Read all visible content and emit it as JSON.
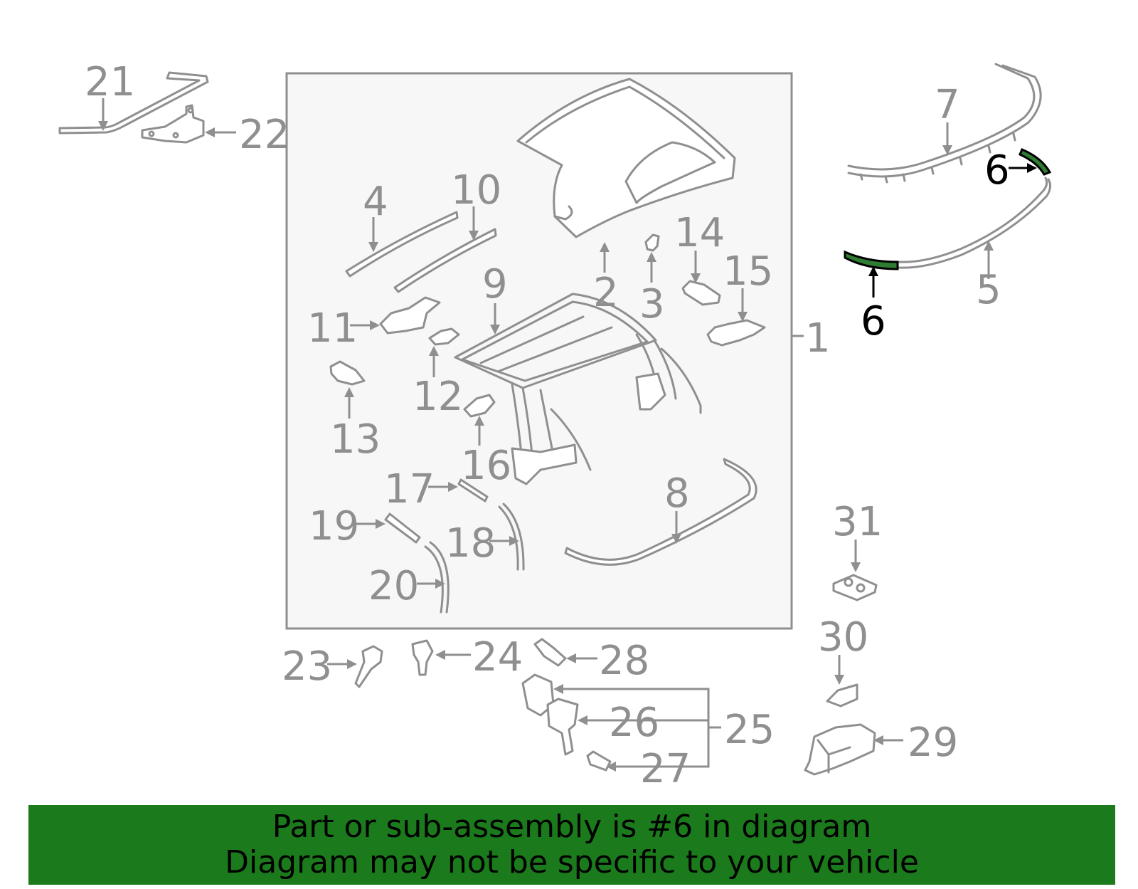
{
  "diagram": {
    "highlighted_part": "6",
    "labels": {
      "l1": "1",
      "l2": "2",
      "l3": "3",
      "l4": "4",
      "l5": "5",
      "l6a": "6",
      "l6b": "6",
      "l7": "7",
      "l8": "8",
      "l9": "9",
      "l10": "10",
      "l11": "11",
      "l12a": "12",
      "l13": "13",
      "l14": "14",
      "l15": "15",
      "l16": "16",
      "l17": "17",
      "l18": "18",
      "l19": "19",
      "l20": "20",
      "l21": "21",
      "l22": "22",
      "l23": "23",
      "l24": "24",
      "l25": "25",
      "l26": "26",
      "l27": "27",
      "l28": "28",
      "l29": "29",
      "l30": "30",
      "l31": "31"
    },
    "colors": {
      "line": "#8f8f8f",
      "highlight_fill": "#2e7d32",
      "banner_bg": "#1b7a1b",
      "panel_bg": "#f7f7f7"
    }
  },
  "banner": {
    "line1": "Part or sub-assembly is #6 in diagram",
    "line2": "Diagram may not be specific to your vehicle"
  }
}
